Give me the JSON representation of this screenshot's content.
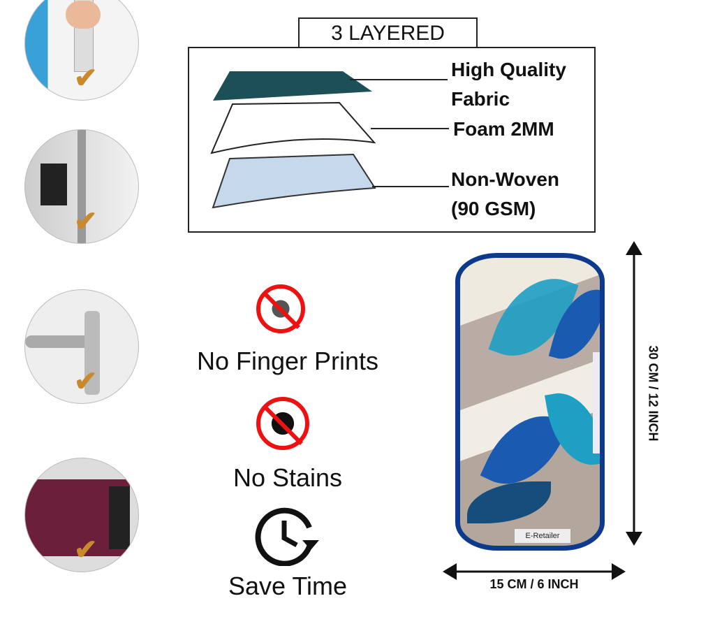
{
  "layers": {
    "title": "3 LAYERED",
    "items": [
      "High Quality Fabric",
      "Foam 2MM",
      "Non-Woven (90 GSM)"
    ]
  },
  "features": [
    {
      "label": "No Finger Prints",
      "icon": "no-fingerprint-icon"
    },
    {
      "label": "No Stains",
      "icon": "no-stain-icon"
    },
    {
      "label": "Save Time",
      "icon": "clock-icon"
    }
  ],
  "uses": [
    "fridge-handle",
    "double-door-fridge",
    "door-handle",
    "microwave"
  ],
  "product": {
    "brand": "E-Retailer",
    "height": "30 CM / 12 INCH",
    "width": "15 CM / 6 INCH"
  },
  "colors": {
    "border": "#0d3a8c",
    "leaf": "#1e9fc4",
    "check": "#c98a2e",
    "forbid": "#e11"
  }
}
